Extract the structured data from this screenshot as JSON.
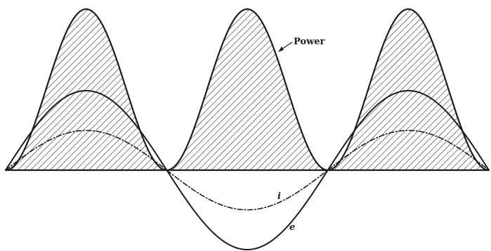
{
  "labels": {
    "power": "Power",
    "current": "i",
    "voltage": "e"
  },
  "waveform": {
    "cycles": 1.5,
    "voltage_amplitude": 1.0,
    "current_amplitude": 0.5,
    "phase_difference_deg": 0
  },
  "colors": {
    "ink": "#1c1c1c",
    "background": "#ffffff"
  }
}
